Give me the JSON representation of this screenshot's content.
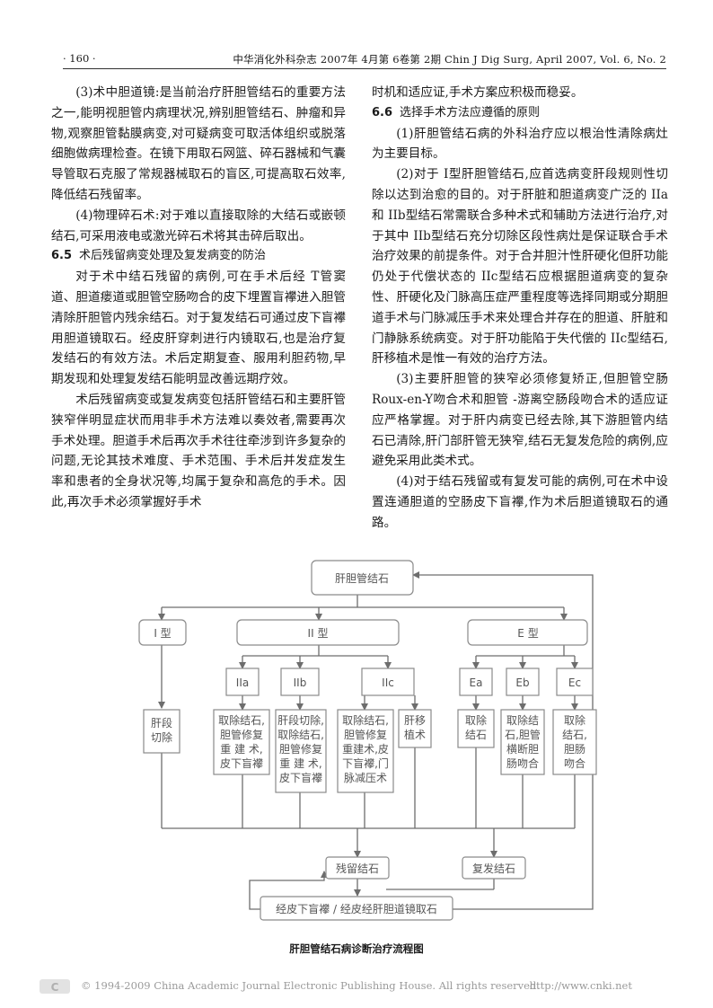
{
  "header": {
    "page_number": "· 160 ·",
    "journal": "中华消化外科杂志 2007年 4月第 6卷第 2期 Chin J Dig Surg, April 2007, Vol. 6, No. 2"
  },
  "left_column": {
    "p1": "(3)术中胆道镜:是当前治疗肝胆管结石的重要方法之一,能明视胆管内病理状况,辨别胆管结石、肿瘤和异物,观察胆管黏膜病变,对可疑病变可取活体组织或脱落细胞做病理检查。在镜下用取石网篮、碎石器械和气囊导管取石克服了常规器械取石的盲区,可提高取石效率,降低结石残留率。",
    "p2": "(4)物理碎石术:对于难以直接取除的大结石或嵌顿结石,可采用液电或激光碎石术将其击碎后取出。",
    "h65_num": "6.5",
    "h65_text": "术后残留病变处理及复发病变的防治",
    "p3": "对于术中结石残留的病例,可在手术后经 T管窦道、胆道瘘道或胆管空肠吻合的皮下埋置盲襻进入胆管清除肝胆管内残余结石。对于复发结石可通过皮下盲襻用胆道镜取石。经皮肝穿刺进行内镜取石,也是治疗复发结石的有效方法。术后定期复查、服用利胆药物,早期发现和处理复发结石能明显改善远期疗效。",
    "p4": "术后残留病变或复发病变包括肝管结石和主要肝管狭窄伴明显症状而用非手术方法难以奏效者,需要再次手术处理。胆道手术后再次手术往往牵涉到许多复杂的问题,无论其技术难度、手术范围、手术后并发症发生率和患者的全身状况等,均属于复杂和高危的手术。因此,再次手术必须掌握好手术"
  },
  "right_column": {
    "p0": "时机和适应证,手术方案应积极而稳妥。",
    "h66_num": "6.6",
    "h66_text": "选择手术方法应遵循的原则",
    "p1": "(1)肝胆管结石病的外科治疗应以根治性清除病灶为主要目标。",
    "p2": "(2)对于 I型肝胆管结石,应首选病变肝段规则性切除以达到治愈的目的。对于肝脏和胆道病变广泛的 IIa和 IIb型结石常需联合多种术式和辅助方法进行治疗,对于其中 IIb型结石充分切除区段性病灶是保证联合手术治疗效果的前提条件。对于合并胆汁性肝硬化但肝功能仍处于代偿状态的 IIc型结石应根据胆道病变的复杂性、肝硬化及门脉高压症严重程度等选择同期或分期胆道手术与门脉减压手术来处理合并存在的胆道、肝脏和门静脉系统病变。对于肝功能陷于失代偿的 IIc型结石,肝移植术是惟一有效的治疗方法。",
    "p3": "(3)主要肝胆管的狭窄必须修复矫正,但胆管空肠 Roux-en-Y吻合术和胆管 -游离空肠段吻合术的适应证应严格掌握。对于肝内病变已经去除,其下游胆管内结石已清除,肝门部肝管无狭窄,结石无复发危险的病例,应避免采用此类术式。",
    "p4": "(4)对于结石残留或有复发可能的病例,可在术中设置连通胆道的空肠皮下盲襻,作为术后胆道镜取石的通路。"
  },
  "flowchart": {
    "root": "肝胆管结石",
    "type_i": "I 型",
    "type_ii": "II 型",
    "type_e": "E 型",
    "iia": "IIa",
    "iib": "IIb",
    "iic": "IIc",
    "ea": "Ea",
    "eb": "Eb",
    "ec": "Ec",
    "t_i": [
      "肝段",
      "切除"
    ],
    "t_iia": [
      "取除结石,",
      "胆管修复",
      "重 建 术,",
      "皮下盲襻"
    ],
    "t_iib": [
      "肝段切除,",
      "取除结石,",
      "胆管修复",
      "重 建 术,",
      "皮下盲襻"
    ],
    "t_iic1": [
      "取除结石,",
      "胆管修复",
      "重建术,皮",
      "下盲襻,门",
      "脉减压术"
    ],
    "t_iic2": [
      "肝移",
      "植术"
    ],
    "t_ea": [
      "取除",
      "结石"
    ],
    "t_eb": [
      "取除结",
      "石,胆管",
      "横断胆",
      "肠吻合"
    ],
    "t_ec": [
      "取除",
      "结石,",
      "胆肠",
      "吻合"
    ],
    "residual": "残留结石",
    "recurrent": "复发结石",
    "bottom": "经皮下盲襻 / 经皮经肝胆道镜取石"
  },
  "caption": "肝胆管结石病诊断治疗流程图",
  "footer": {
    "copyright": "© 1994-2009 China Academic Journal Electronic Publishing House. All rights reserved.",
    "url": "http://www.cnki.net"
  }
}
